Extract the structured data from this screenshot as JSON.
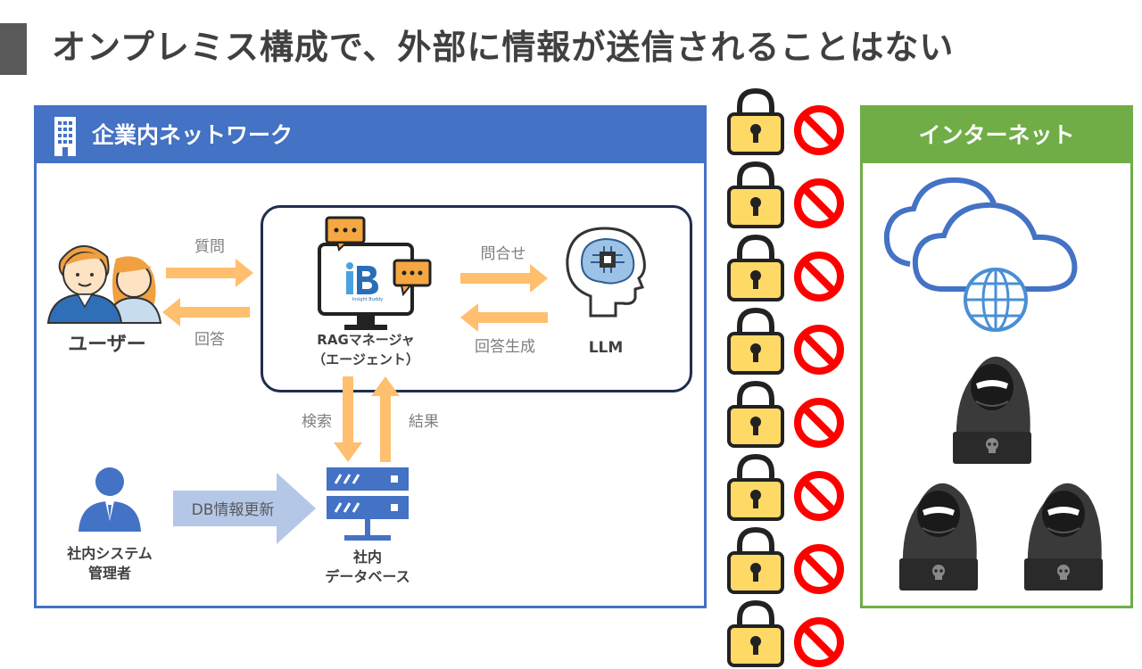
{
  "page": {
    "title": "オンプレミス構成で、外部に情報が送信されることはない"
  },
  "corporate_network": {
    "title": "企業内ネットワーク",
    "user_label": "ユーザー",
    "question_label": "質問",
    "answer_label": "回答",
    "rag_label_line1": "RAGマネージャ",
    "rag_label_line2": "（エージェント）",
    "logo_text": "Insight Buddy",
    "inquiry_label": "問合せ",
    "answer_gen_label": "回答生成",
    "llm_label": "LLM",
    "search_label": "検索",
    "result_label": "結果",
    "admin_label_line1": "社内システム",
    "admin_label_line2": "管理者",
    "db_update_label": "DB情報更新",
    "db_label_line1": "社内",
    "db_label_line2": "データベース"
  },
  "internet": {
    "title": "インターネット"
  },
  "barrier": {
    "lock_count": 8
  },
  "colors": {
    "corporate_blue": "#4472c4",
    "internet_green": "#70ad47",
    "arrow_orange": "#ffbf6e",
    "lock_yellow": "#ffd966",
    "prohibit_red": "#ff0000"
  }
}
